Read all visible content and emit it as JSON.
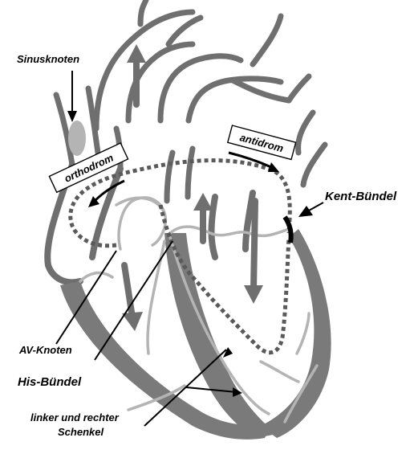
{
  "labels": {
    "sinusknoten": "Sinusknoten",
    "orthodrom": "orthodrom",
    "antidrom": "antidrom",
    "kent": "Kent-Bündel",
    "av_knoten": "AV-Knoten",
    "his": "His-Bündel",
    "schenkel_line1": "linker und rechter",
    "schenkel_line2": "Schenkel"
  },
  "colors": {
    "heart_wall": "#7a7a7a",
    "vessel": "#6f6f6f",
    "conduction_light": "#b4b4b4",
    "pathway_dots": "#5a5a5a",
    "label_text": "#000000"
  }
}
